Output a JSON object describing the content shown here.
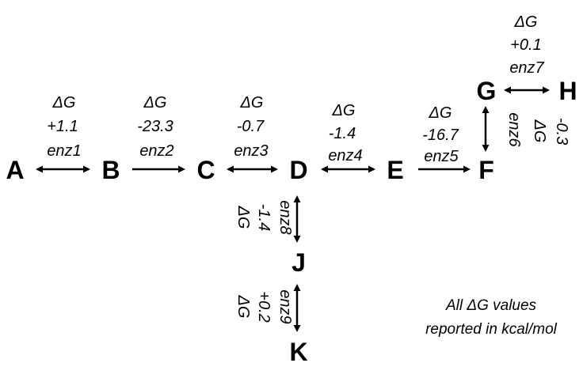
{
  "nodes": {
    "A": "A",
    "B": "B",
    "C": "C",
    "D": "D",
    "E": "E",
    "F": "F",
    "G": "G",
    "H": "H",
    "J": "J",
    "K": "K"
  },
  "reactions": {
    "r1": {
      "dg_label": "ΔG",
      "dg_value": "+1.1",
      "enzyme": "enz1",
      "direction": "reversible"
    },
    "r2": {
      "dg_label": "ΔG",
      "dg_value": "-23.3",
      "enzyme": "enz2",
      "direction": "forward"
    },
    "r3": {
      "dg_label": "ΔG",
      "dg_value": "-0.7",
      "enzyme": "enz3",
      "direction": "reversible"
    },
    "r4": {
      "dg_label": "ΔG",
      "dg_value": "-1.4",
      "enzyme": "enz4",
      "direction": "reversible"
    },
    "r5": {
      "dg_label": "ΔG",
      "dg_value": "-16.7",
      "enzyme": "enz5",
      "direction": "forward"
    },
    "r6": {
      "dg_label": "ΔG",
      "dg_value": "-0.3",
      "enzyme": "enz6",
      "direction": "reversible"
    },
    "r7": {
      "dg_label": "ΔG",
      "dg_value": "+0.1",
      "enzyme": "enz7",
      "direction": "reversible"
    },
    "r8": {
      "dg_label": "ΔG",
      "dg_value": "-1.4",
      "enzyme": "enz8",
      "direction": "reversible"
    },
    "r9": {
      "dg_label": "ΔG",
      "dg_value": "+0.2",
      "enzyme": "enz9",
      "direction": "reversible"
    }
  },
  "note": {
    "line1": "All ΔG values",
    "line2": "reported in kcal/mol"
  }
}
